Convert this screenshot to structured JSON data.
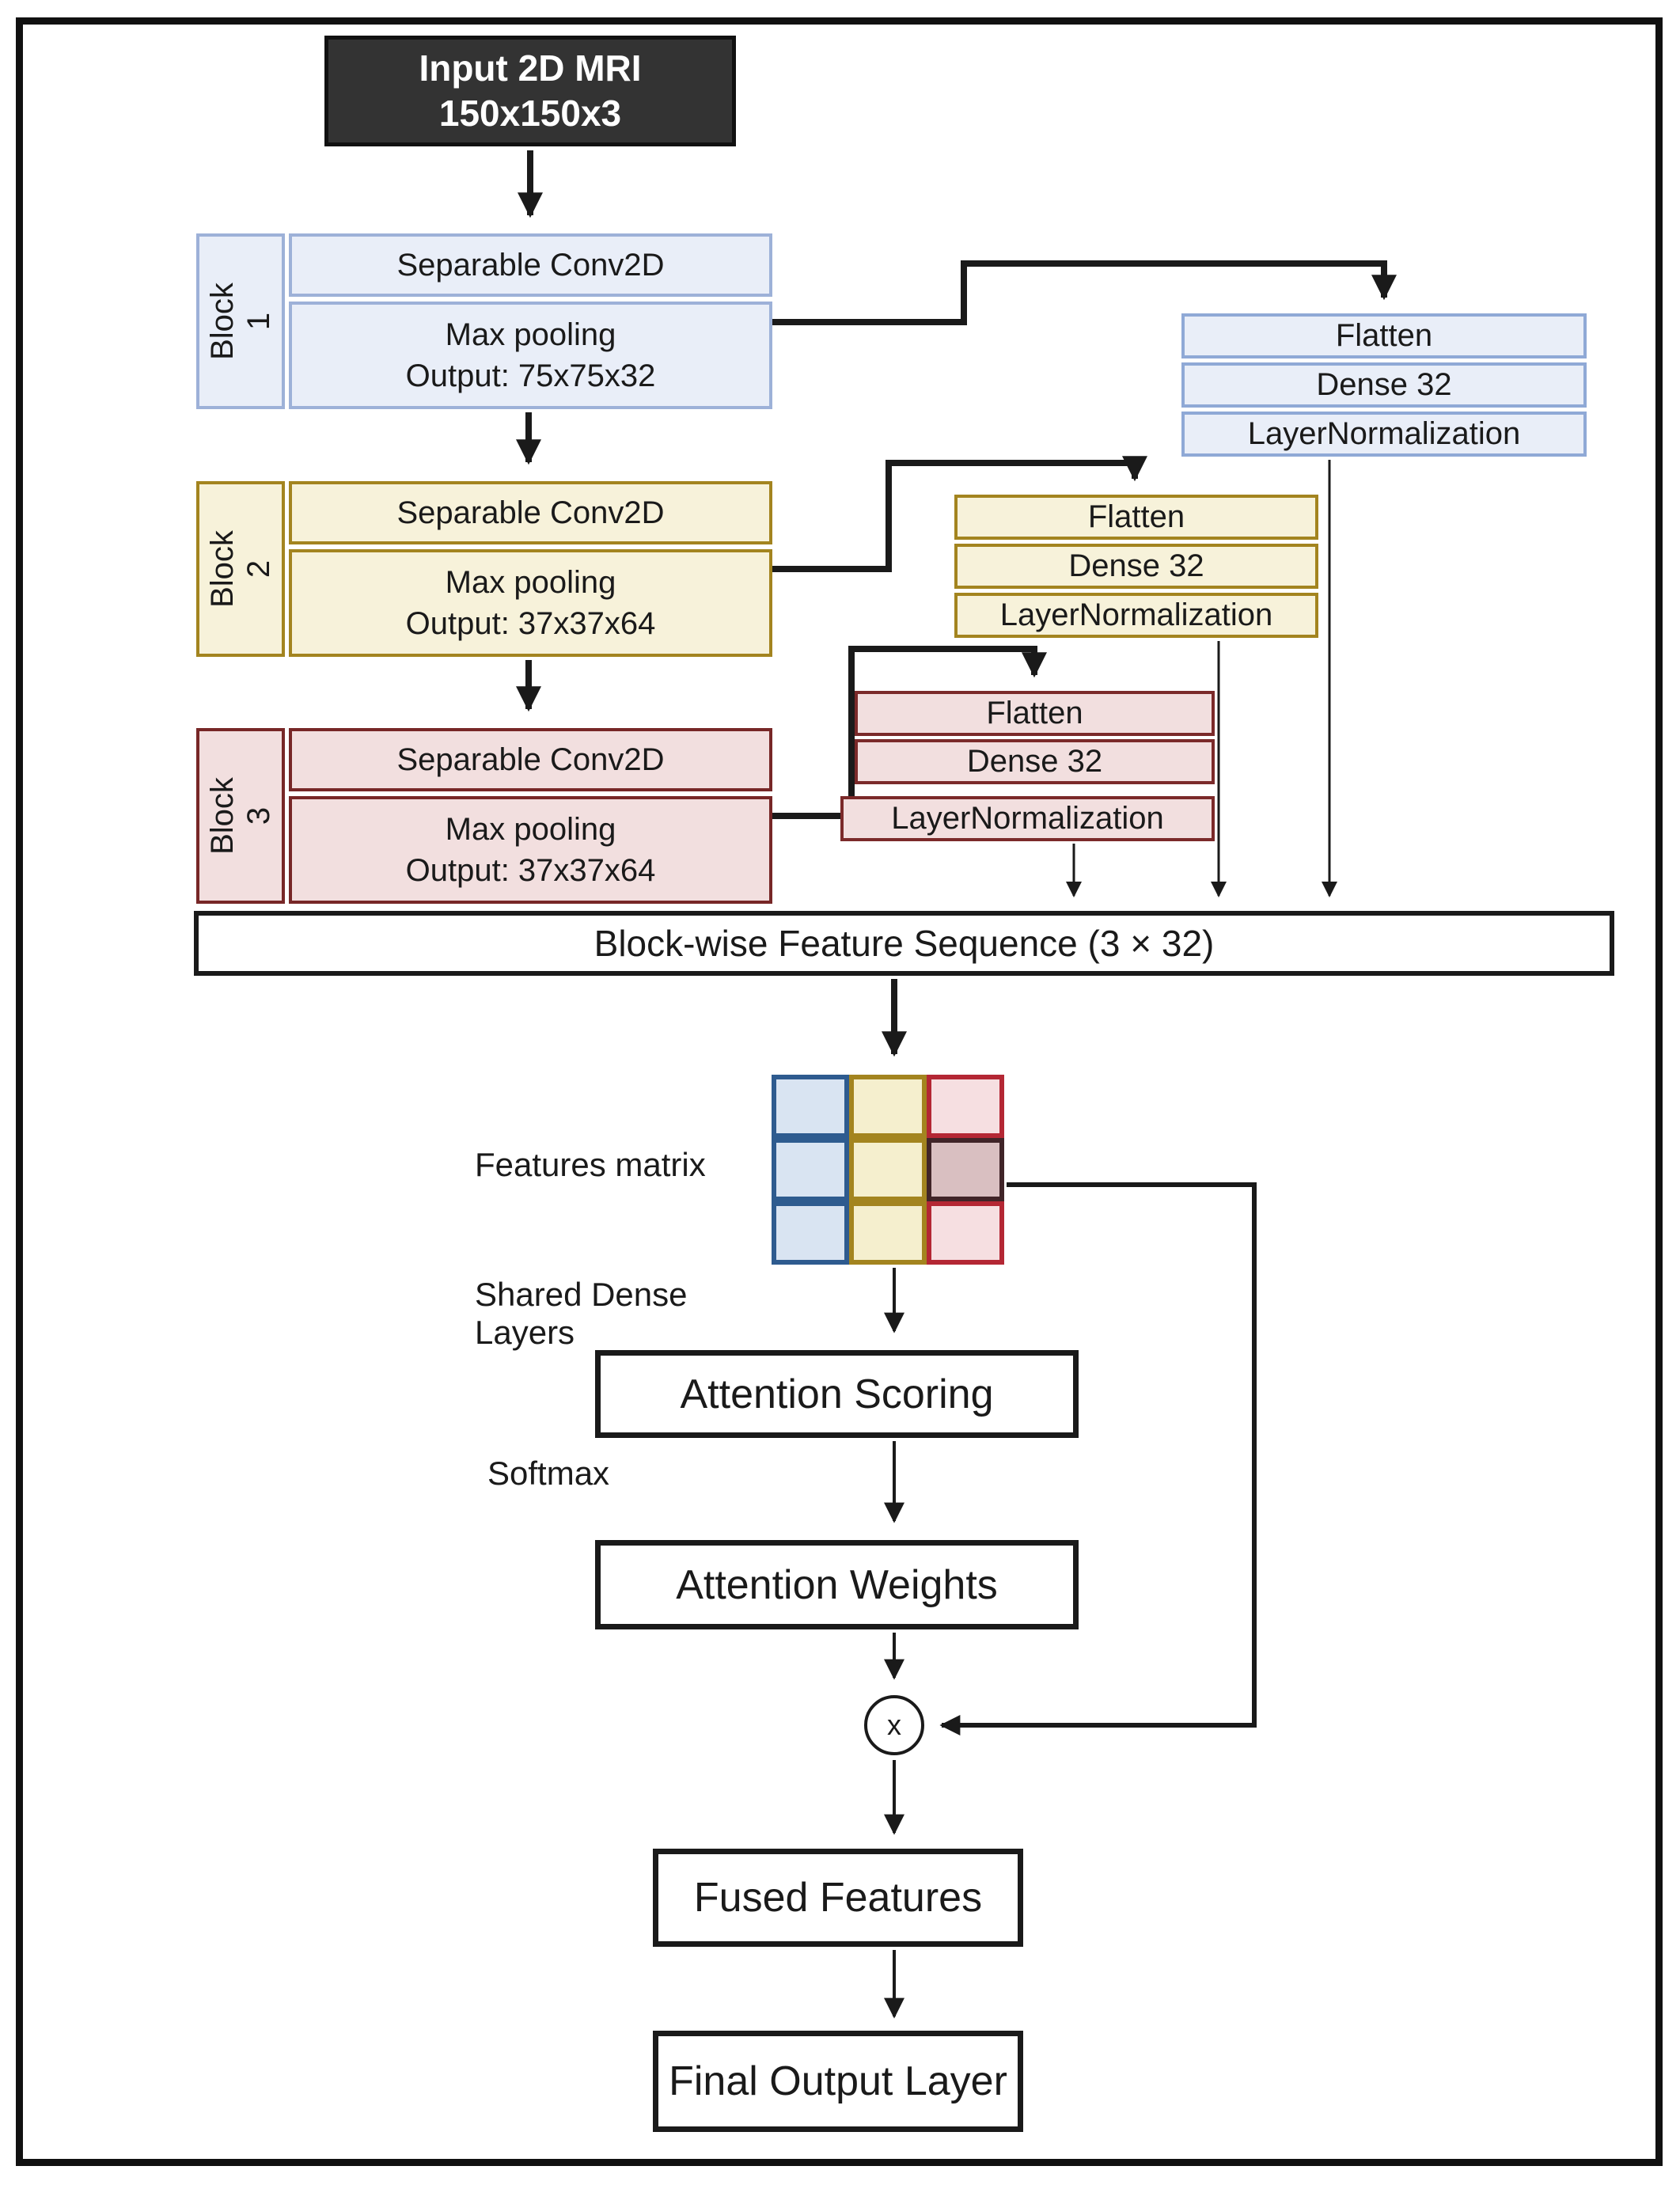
{
  "figure": {
    "input_box": {
      "line1": "Input 2D MRI",
      "line2": "150x150x3"
    },
    "blocks": [
      {
        "name": "Block",
        "number": "1",
        "layer1": "Separable Conv2D",
        "layer2_line1": "Max pooling",
        "layer2_line2": "Output: 75x75x32"
      },
      {
        "name": "Block",
        "number": "2",
        "layer1": "Separable Conv2D",
        "layer2_line1": "Max pooling",
        "layer2_line2": "Output: 37x37x64"
      },
      {
        "name": "Block",
        "number": "3",
        "layer1": "Separable Conv2D",
        "layer2_line1": "Max pooling",
        "layer2_line2": "Output: 37x37x64"
      }
    ],
    "stacks": [
      {
        "color_key": "blue",
        "layers": [
          "Flatten",
          "Dense 32",
          "LayerNormalization"
        ]
      },
      {
        "color_key": "yellow",
        "layers": [
          "Flatten",
          "Dense 32",
          "LayerNormalization"
        ]
      },
      {
        "color_key": "red",
        "layers": [
          "Flatten",
          "Dense 32",
          "LayerNormalization"
        ]
      }
    ],
    "sequence_bar": "Block-wise Feature Sequence (3 × 32)",
    "side_labels": {
      "features_matrix": "Features matrix",
      "shared_dense_layers": "Shared Dense Layers",
      "softmax": "Softmax"
    },
    "flow_nodes": {
      "attention_scoring": "Attention Scoring",
      "attention_weights": "Attention Weights",
      "multiply_symbol": "x",
      "fused_features": "Fused Features",
      "final_output": "Final Output Layer"
    },
    "colors": {
      "input_fill": "#333333",
      "line_color": "#1a1a1a",
      "block1_fill": "#e9eef8",
      "block1_border": "#9db1d8",
      "stack1_border": "#8fa9d6",
      "block2_fill": "#f7f2da",
      "block2_border": "#a3841f",
      "block3_fill": "#f2dfdf",
      "block3_border": "#772727",
      "stack3_border": "#7b2a2a",
      "matrix_blue_fill": "#d9e4f2",
      "matrix_blue_border": "#2e5b8f",
      "matrix_yellow_fill": "#f5efce",
      "matrix_yellow_border": "#a3841f",
      "matrix_red_fill": "#f6dfe1",
      "matrix_red_border": "#b42734",
      "matrix_highlight_fill": "#d9bfc1",
      "matrix_highlight_border": "#402428"
    }
  }
}
